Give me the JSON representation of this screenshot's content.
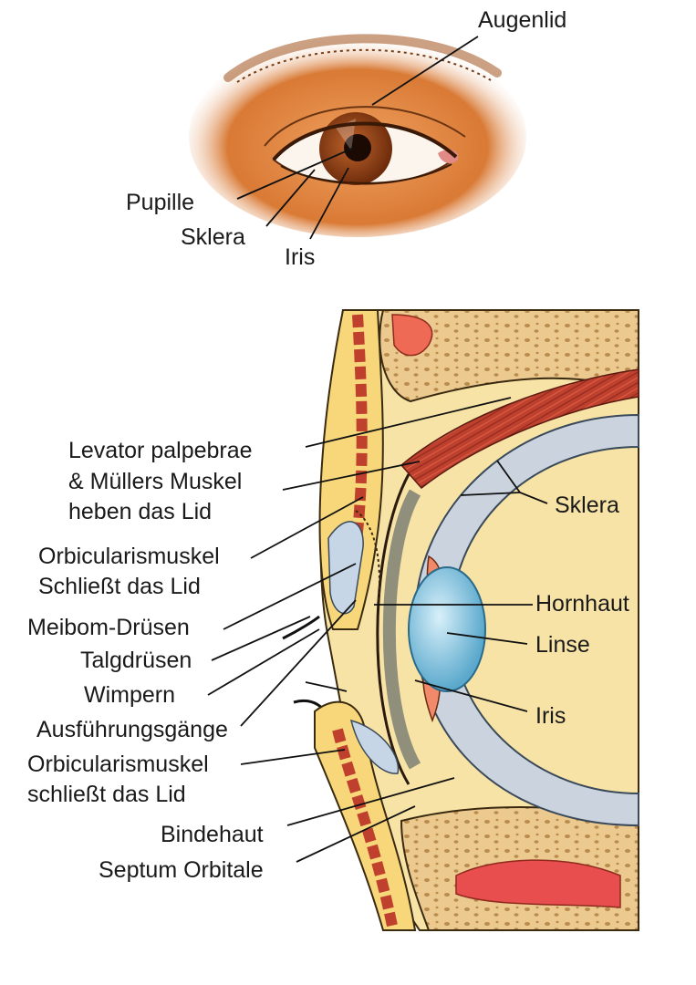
{
  "top_labels": {
    "augenlid": "Augenlid",
    "pupille": "Pupille",
    "sklera": "Sklera",
    "iris": "Iris"
  },
  "section_labels": {
    "levator_1": "Levator palpebrae",
    "levator_2": "& Müllers Muskel",
    "levator_3": "heben das Lid",
    "orbicularis_upper_1": "Orbicularismuskel",
    "orbicularis_upper_2": "Schließt das Lid",
    "meibom": "Meibom-Drüsen",
    "talg": "Talgdrüsen",
    "wimpern": "Wimpern",
    "ausfuehrung": "Ausführungsgänge",
    "orbicularis_lower_1": "Orbicularismuskel",
    "orbicularis_lower_2": "schließt das Lid",
    "bindehaut": "Bindehaut",
    "septum": "Septum Orbitale",
    "sklera": "Sklera",
    "hornhaut": "Hornhaut",
    "linse": "Linse",
    "iris": "Iris"
  },
  "colors": {
    "skin": "#d97a35",
    "iris": "#8a3d12",
    "bone": "#e8c48a",
    "bone_pore": "#b98b4c",
    "muscle": "#b83a2c",
    "fat": "#f5dd8a",
    "sclera": "#c9d2dc",
    "lens": "#7fc3df"
  }
}
